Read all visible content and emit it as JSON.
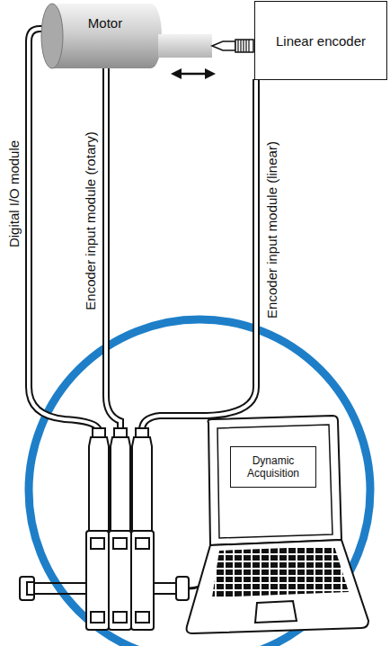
{
  "diagram": {
    "nodes": [
      {
        "text": [
          "Motor"
        ]
      },
      {
        "text": [
          "Linear encoder"
        ]
      },
      {
        "text": [
          "Dynamic Acquisition"
        ]
      }
    ],
    "labels": [
      "Digital I/O module",
      "Encoder input module (rotary)",
      "Encoder input module (linear)"
    ]
  }
}
